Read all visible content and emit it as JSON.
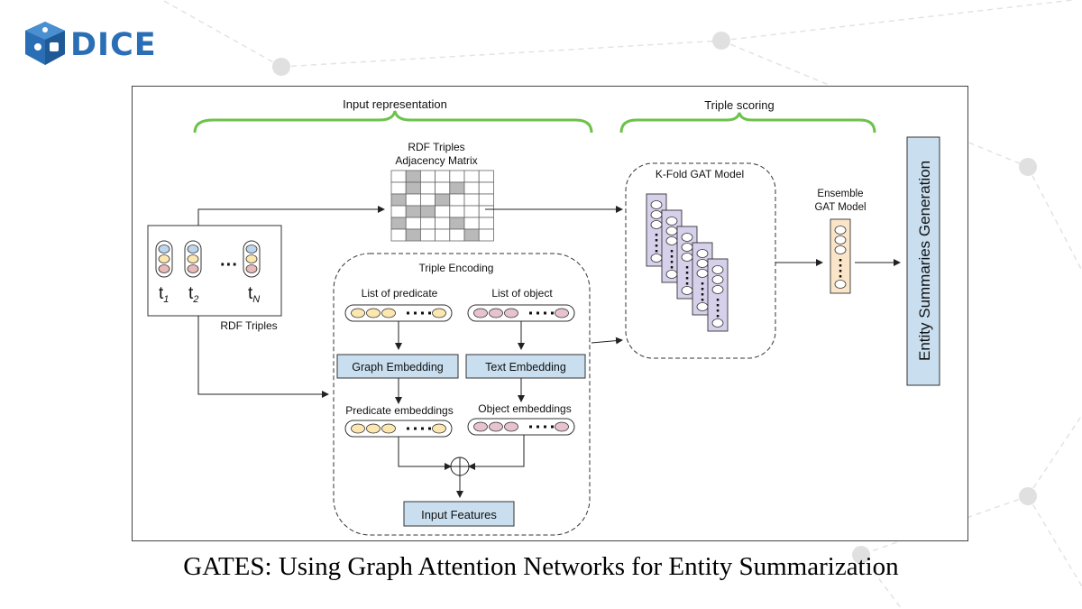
{
  "brand": {
    "name": "DICE",
    "color": "#2a6fb5"
  },
  "caption": "GATES: Using Graph Attention Networks for Entity Summarization",
  "diagram": {
    "input_representation": "Input representation",
    "triple_scoring": "Triple scoring",
    "rdf_triples_title_1": "RDF Triples",
    "rdf_triples_title_2": "Adjacency Matrix",
    "kfold_title": "K-Fold GAT Model",
    "ensemble_title_1": "Ensemble",
    "ensemble_title_2": "GAT Model",
    "entity_summaries": "Entity Summaries Generation",
    "rdf_triples_label": "RDF Triples",
    "t1": "t",
    "t1_sub": "1",
    "t2": "t",
    "t2_sub": "2",
    "tn": "t",
    "tn_sub": "N",
    "triple_encoding": "Triple Encoding",
    "list_of_predicate": "List of predicate",
    "list_of_object": "List of object",
    "graph_embedding": "Graph Embedding",
    "text_embedding": "Text Embedding",
    "predicate_embeddings": "Predicate embeddings",
    "object_embeddings": "Object embeddings",
    "input_features": "Input Features"
  },
  "colors": {
    "brace_green": "#6cc24a",
    "embed_box": "#c9dff0",
    "gat_column": "#d6d0ea",
    "ensemble_column": "#fbe5c8",
    "pred_oval": "#fde7b0",
    "obj_oval": "#e6c3cf",
    "matrix_grey": "#b9b9b9"
  }
}
